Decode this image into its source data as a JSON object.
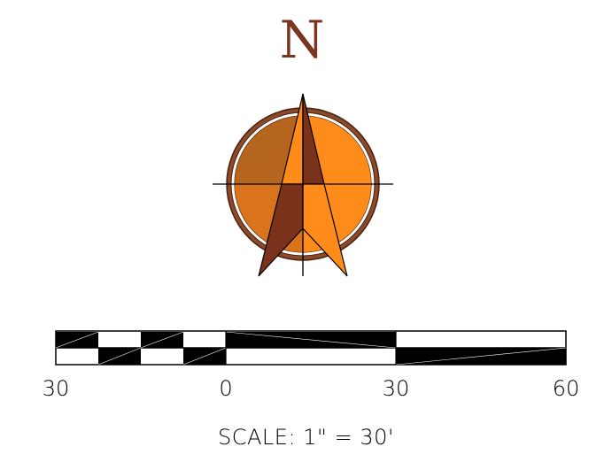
{
  "north_label": "N",
  "scale_text": "SCALE:  1\"  =  30'",
  "ticks": [
    "30",
    "0",
    "30",
    "60"
  ],
  "colors": {
    "brown_dark": "#7b321b",
    "brown_mid": "#b5651d",
    "orange": "#ff8c1a",
    "ring": "#8b4a2a",
    "ink": "#000000"
  }
}
